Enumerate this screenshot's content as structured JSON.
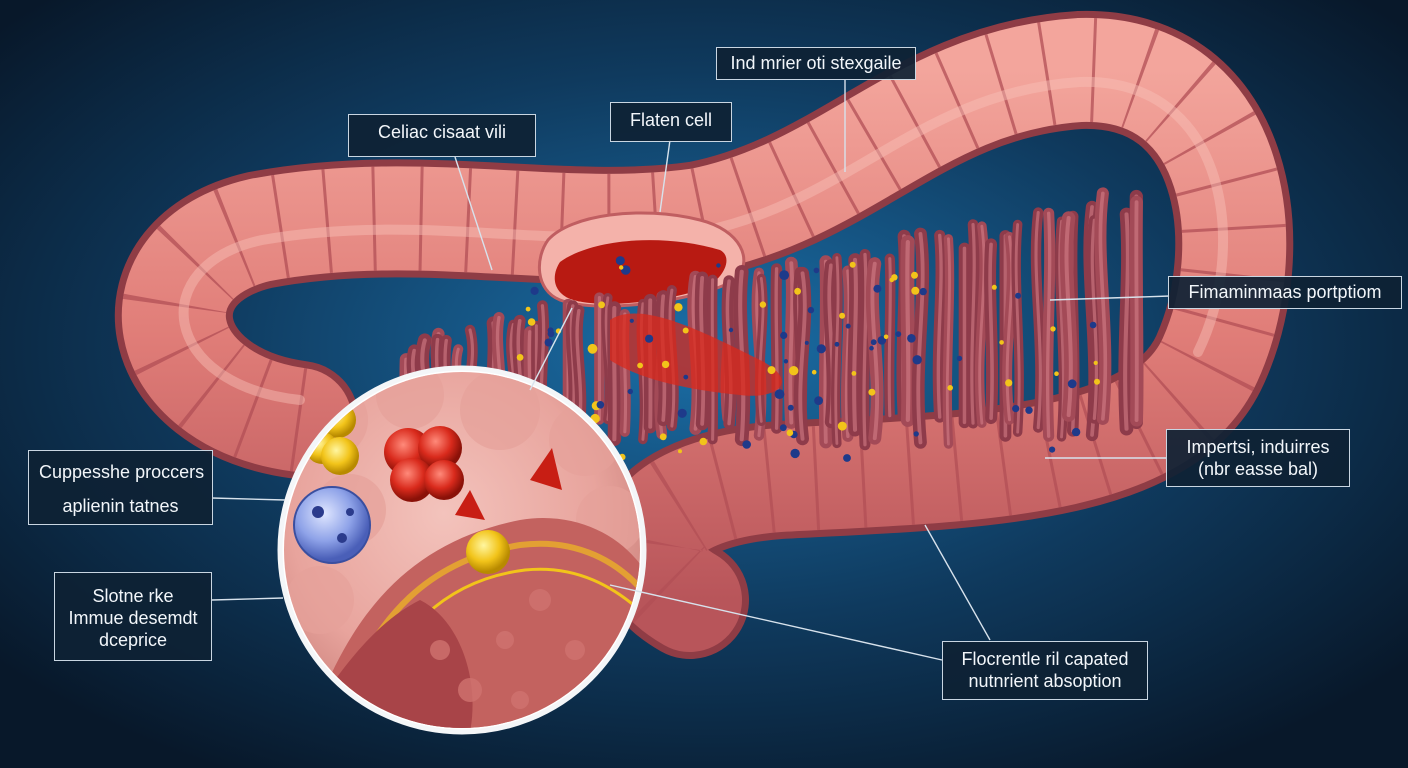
{
  "labels": {
    "celiac_villi": "Celiac cisaat vili",
    "flaten_cell": "Flaten cell",
    "ind_mrier": "Ind mrier oti stexgaile",
    "filaments": "Fimaminmaas portptiom",
    "impertsi_line1": "Impertsi, induirres",
    "impertsi_line2": "(nbr easse bal)",
    "cuppesshe_line1": "Cuppesshe proccers",
    "cuppesshe_line2": "aplienin tatnes",
    "slotne_line1": "Slotne rke",
    "slotne_line2": "Immue desemdt",
    "slotne_line3": "dceprice",
    "florentle_line1": "Flocrentle ril capated",
    "florentle_line2": "nutnrient absoption"
  },
  "colors": {
    "background_center": "#1b6fa8",
    "background_edge": "#08182a",
    "intestine": "#e07d78",
    "villi": "#8e3b4a",
    "blood": "#d92a1c",
    "particle_yellow": "#f2c41a",
    "particle_blue": "#1e3a8a"
  }
}
